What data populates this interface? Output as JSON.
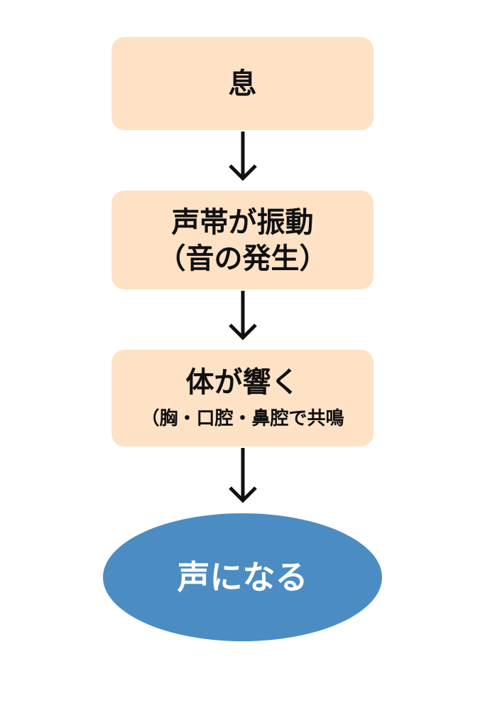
{
  "nodes": {
    "breath": {
      "label": "息"
    },
    "vocal": {
      "line1": "声帯が振動",
      "line2": "（音の発生）"
    },
    "resonance": {
      "line1": "体が響く",
      "line2": "（胸・口腔・鼻腔で共鳴"
    },
    "result": {
      "label": "声になる"
    }
  },
  "colors": {
    "box_fill": "#fde2c6",
    "result_fill": "#4b8dc3",
    "arrow": "#111111",
    "text_dark": "#111111",
    "text_light": "#ffffff"
  }
}
